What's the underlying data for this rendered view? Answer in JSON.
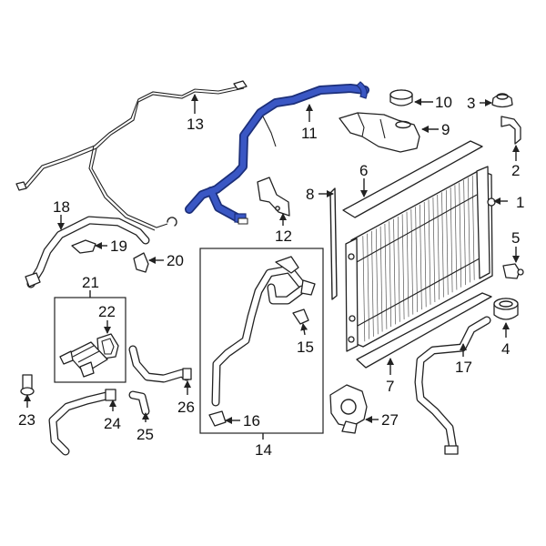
{
  "callouts": {
    "c1": "1",
    "c2": "2",
    "c3": "3",
    "c4": "4",
    "c5": "5",
    "c6": "6",
    "c7": "7",
    "c8": "8",
    "c9": "9",
    "c10": "10",
    "c11": "11",
    "c12": "12",
    "c13": "13",
    "c14": "14",
    "c15": "15",
    "c16": "16",
    "c17": "17",
    "c18": "18",
    "c19": "19",
    "c20": "20",
    "c21": "21",
    "c22": "22",
    "c23": "23",
    "c24": "24",
    "c25": "25",
    "c26": "26",
    "c27": "27"
  },
  "colors": {
    "highlight": "#3a57c4",
    "highlight_outline": "#1c2f7a",
    "line": "#222222"
  }
}
